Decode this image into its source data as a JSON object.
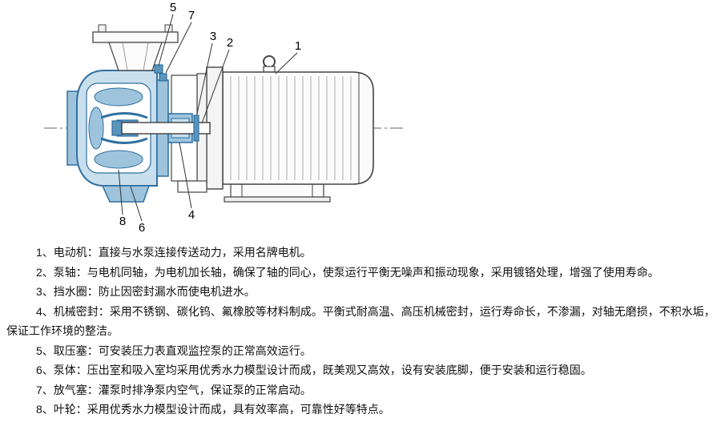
{
  "figure": {
    "callouts": [
      "1",
      "2",
      "3",
      "4",
      "5",
      "6",
      "7",
      "8"
    ]
  },
  "parts": {
    "items": [
      "1、电动机：直接与水泵连接传送动力，采用名牌电机。",
      "2、泵轴：与电机同轴，为电机加长轴，确保了轴的同心，使泵运行平衡无噪声和振动现象，采用镀铬处理，增强了使用寿命。",
      "3、挡水圈：防止因密封漏水而使电机进水。",
      "4、机械密封：采用不锈钢、碳化钨、氟橡胶等材料制成。平衡式耐高温、高压机械密封，运行寿命长，不渗漏，对轴无磨损，不积水垢，保证工作环境的整洁。",
      "5、取压塞：可安装压力表直观监控泵的正常高效运行。",
      "6、泵体：压出室和吸入室均采用优秀水力模型设计而成，既美观又高效，设有安装底脚，便于安装和运行稳固。",
      "7、放气塞：灌泵时排净泵内空气，保证泵的正常启动。",
      "8、叶轮：采用优秀水力模型设计而成，具有效率高，可靠性好等特点。"
    ]
  },
  "colors": {
    "pump_fill_light": "#c9dfee",
    "pump_fill_mid": "#9ec4dd",
    "pump_fill_dark": "#5b94bb",
    "pump_stroke": "#2f6f9f",
    "machine_line": "#444444"
  }
}
